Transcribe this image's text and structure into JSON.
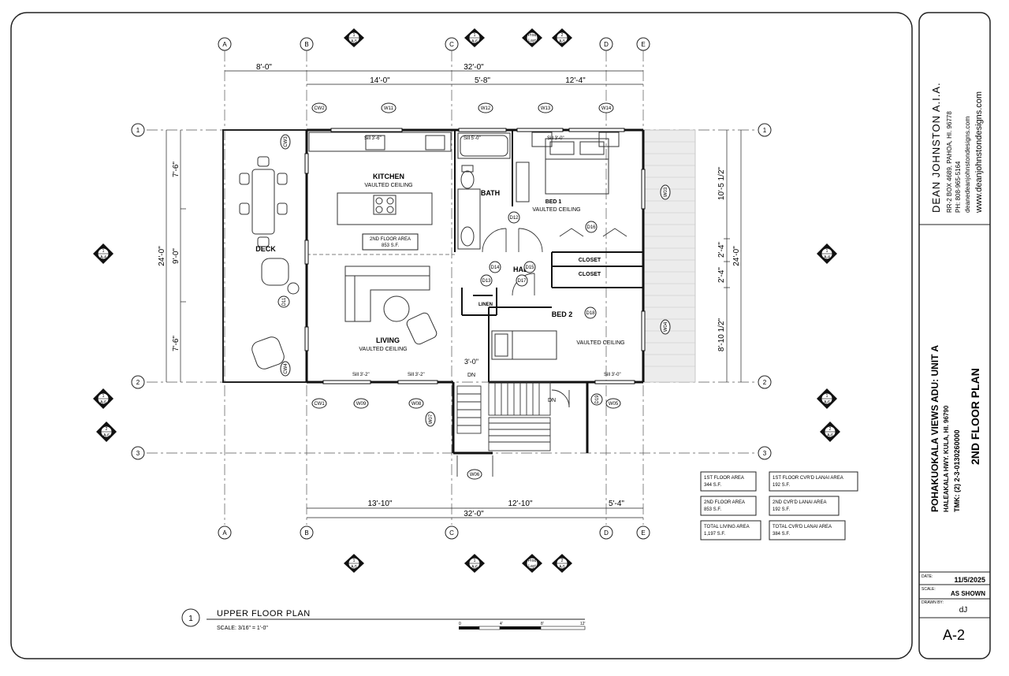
{
  "title_block": {
    "designer": "DEAN JOHNSTON A.I.A.",
    "address": "RR-2 BOX 4689, PAHOA, HI. 96778",
    "phone": "PH: 808-965-5164",
    "email": "deanedeanjohnstondesigns.com",
    "website": "www.deanjohnstondesigns.com",
    "project": "POHAKUOKALA VIEWS ADU: UNIT A",
    "project_address": "HALEAKALA HWY. KULA, HI. 96790",
    "tmk": "TMK: (2) 2-3-0130260000",
    "sheet_title": "2ND FLOOR PLAN",
    "date_label": "DATE:",
    "date": "11/5/2025",
    "scale_label": "SCALE:",
    "scale": "AS SHOWN",
    "drawn_label": "DRAWN BY:",
    "drawn": "dJ",
    "sheet_number": "A-2"
  },
  "drawing_title": {
    "number": "1",
    "name": "UPPER FLOOR PLAN",
    "scale": "SCALE: 3/16\" =   1'-0\"",
    "bar_labels": [
      "0",
      "4'",
      "8'",
      "12'"
    ]
  },
  "grid": {
    "columns": [
      "A",
      "B",
      "C",
      "D",
      "E"
    ],
    "rows": [
      "1",
      "2",
      "3"
    ]
  },
  "rooms": {
    "kitchen": "KITCHEN",
    "kitchen_note": "VAULTED CEILING",
    "bath": "BATH",
    "bed1": "BED 1",
    "bed1_note": "VAULTED CEILING",
    "deck": "DECK",
    "hall": "HALL",
    "closet1": "CLOSET",
    "closet2": "CLOSET",
    "linen": "LINEN",
    "bed2": "BED 2",
    "bed2_note": "VAULTED CEILING",
    "living": "LIVING",
    "living_note": "VAULTED CEILING",
    "dn1": "DN",
    "dn2": "DN"
  },
  "floor_area_note": {
    "line1": "2ND FLOOR AREA",
    "line2": "853 S.F."
  },
  "dimensions": {
    "top_overall": "32'-0\"",
    "top_deck": "8'-0\"",
    "top_1": "14'-0\"",
    "top_2": "5'-8\"",
    "top_3": "12'-4\"",
    "bottom_1": "13'-10\"",
    "bottom_2": "12'-10\"",
    "bottom_3": "5'-4\"",
    "bottom_overall": "32'-0\"",
    "left_overall": "24'-0\"",
    "left_1": "7'-6\"",
    "left_2": "9'-0\"",
    "left_3": "7'-6\"",
    "right_overall": "24'-0\"",
    "right_1": "10'-5 1/2\"",
    "right_2": "2'-4\"",
    "right_3": "2'-4\"",
    "right_4": "8'-10 1/2\"",
    "stair_w": "3'-0\""
  },
  "tags": {
    "windows": [
      "W11",
      "W12",
      "W13",
      "W14",
      "W03",
      "W04",
      "W05",
      "W06",
      "W07",
      "W08",
      "W09"
    ],
    "doors": [
      "D14",
      "D15",
      "D16",
      "D13",
      "D17",
      "D18",
      "D11",
      "D12",
      "D19"
    ],
    "cw": [
      "CW2",
      "CW1",
      "CW3",
      "CW4"
    ]
  },
  "area_table": [
    {
      "label": "1ST FLOOR AREA",
      "value": "344 S.F."
    },
    {
      "label": "1ST FLOOR CVR'D LANAI AREA",
      "value": "192 S.F."
    },
    {
      "label": "2ND FLOOR AREA",
      "value": "853 S.F."
    },
    {
      "label": "2ND CVR'D LANAI AREA",
      "value": "192 S.F."
    },
    {
      "label": "TOTAL LIVING AREA",
      "value": "1,197 S.F."
    },
    {
      "label": "TOTAL CVR'D LANAI AREA",
      "value": "384 S.F."
    }
  ],
  "section_markers": {
    "a5": "A-5",
    "a6": "A-6",
    "a4": "A-4",
    "one": "1",
    "two": "2",
    "prod_1": "Prod",
    "prod_2": "Layt"
  },
  "sill_notes": {
    "kitchen": "Sill 3'-6\"",
    "bath": "Sill 5'-0\"",
    "bed1": "Sill 3'-0\"",
    "living_a": "Sill 3'-2\"",
    "living_b": "Sill 3'-2\"",
    "bed2": "Sill 3'-0\""
  }
}
